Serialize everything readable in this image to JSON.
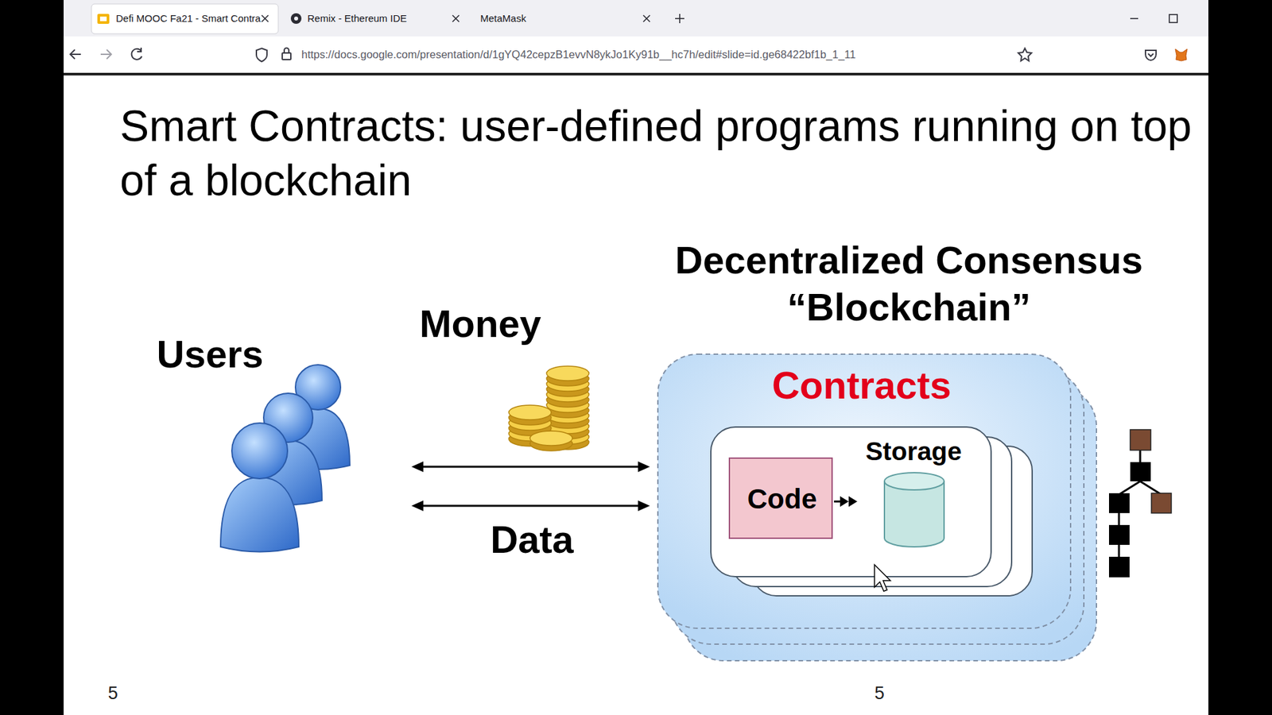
{
  "diagram": {
    "title": "Smart Contracts: user-defined programs running on top of a blockchain",
    "nodes": [
      {
        "text": [
          "Users"
        ]
      },
      {
        "text": [
          "Decentralized Consensus “Blockchain”",
          "Contracts"
        ]
      },
      {
        "text": [
          "Code"
        ],
        "in": 1
      },
      {
        "text": [
          "Storage"
        ],
        "in": 1
      }
    ],
    "edges": [
      {
        "from": 0,
        "to": 1,
        "label": "Money",
        "arrow": "both"
      },
      {
        "from": 0,
        "to": 1,
        "label": "Data",
        "arrow": "both"
      },
      {
        "from": 2,
        "to": 3,
        "arrow": "to"
      }
    ],
    "labels": [
      "Defi MOOC Fa21 - Smart Contra",
      "Remix - Ethereum IDE",
      "MetaMask",
      "https://docs.google.com/presentation/d/1gYQ42cepzB1evvN8ykJo1Ky91b__hc7h/edit#slide=id.ge68422bf1b_1_11",
      "5",
      "5"
    ]
  }
}
